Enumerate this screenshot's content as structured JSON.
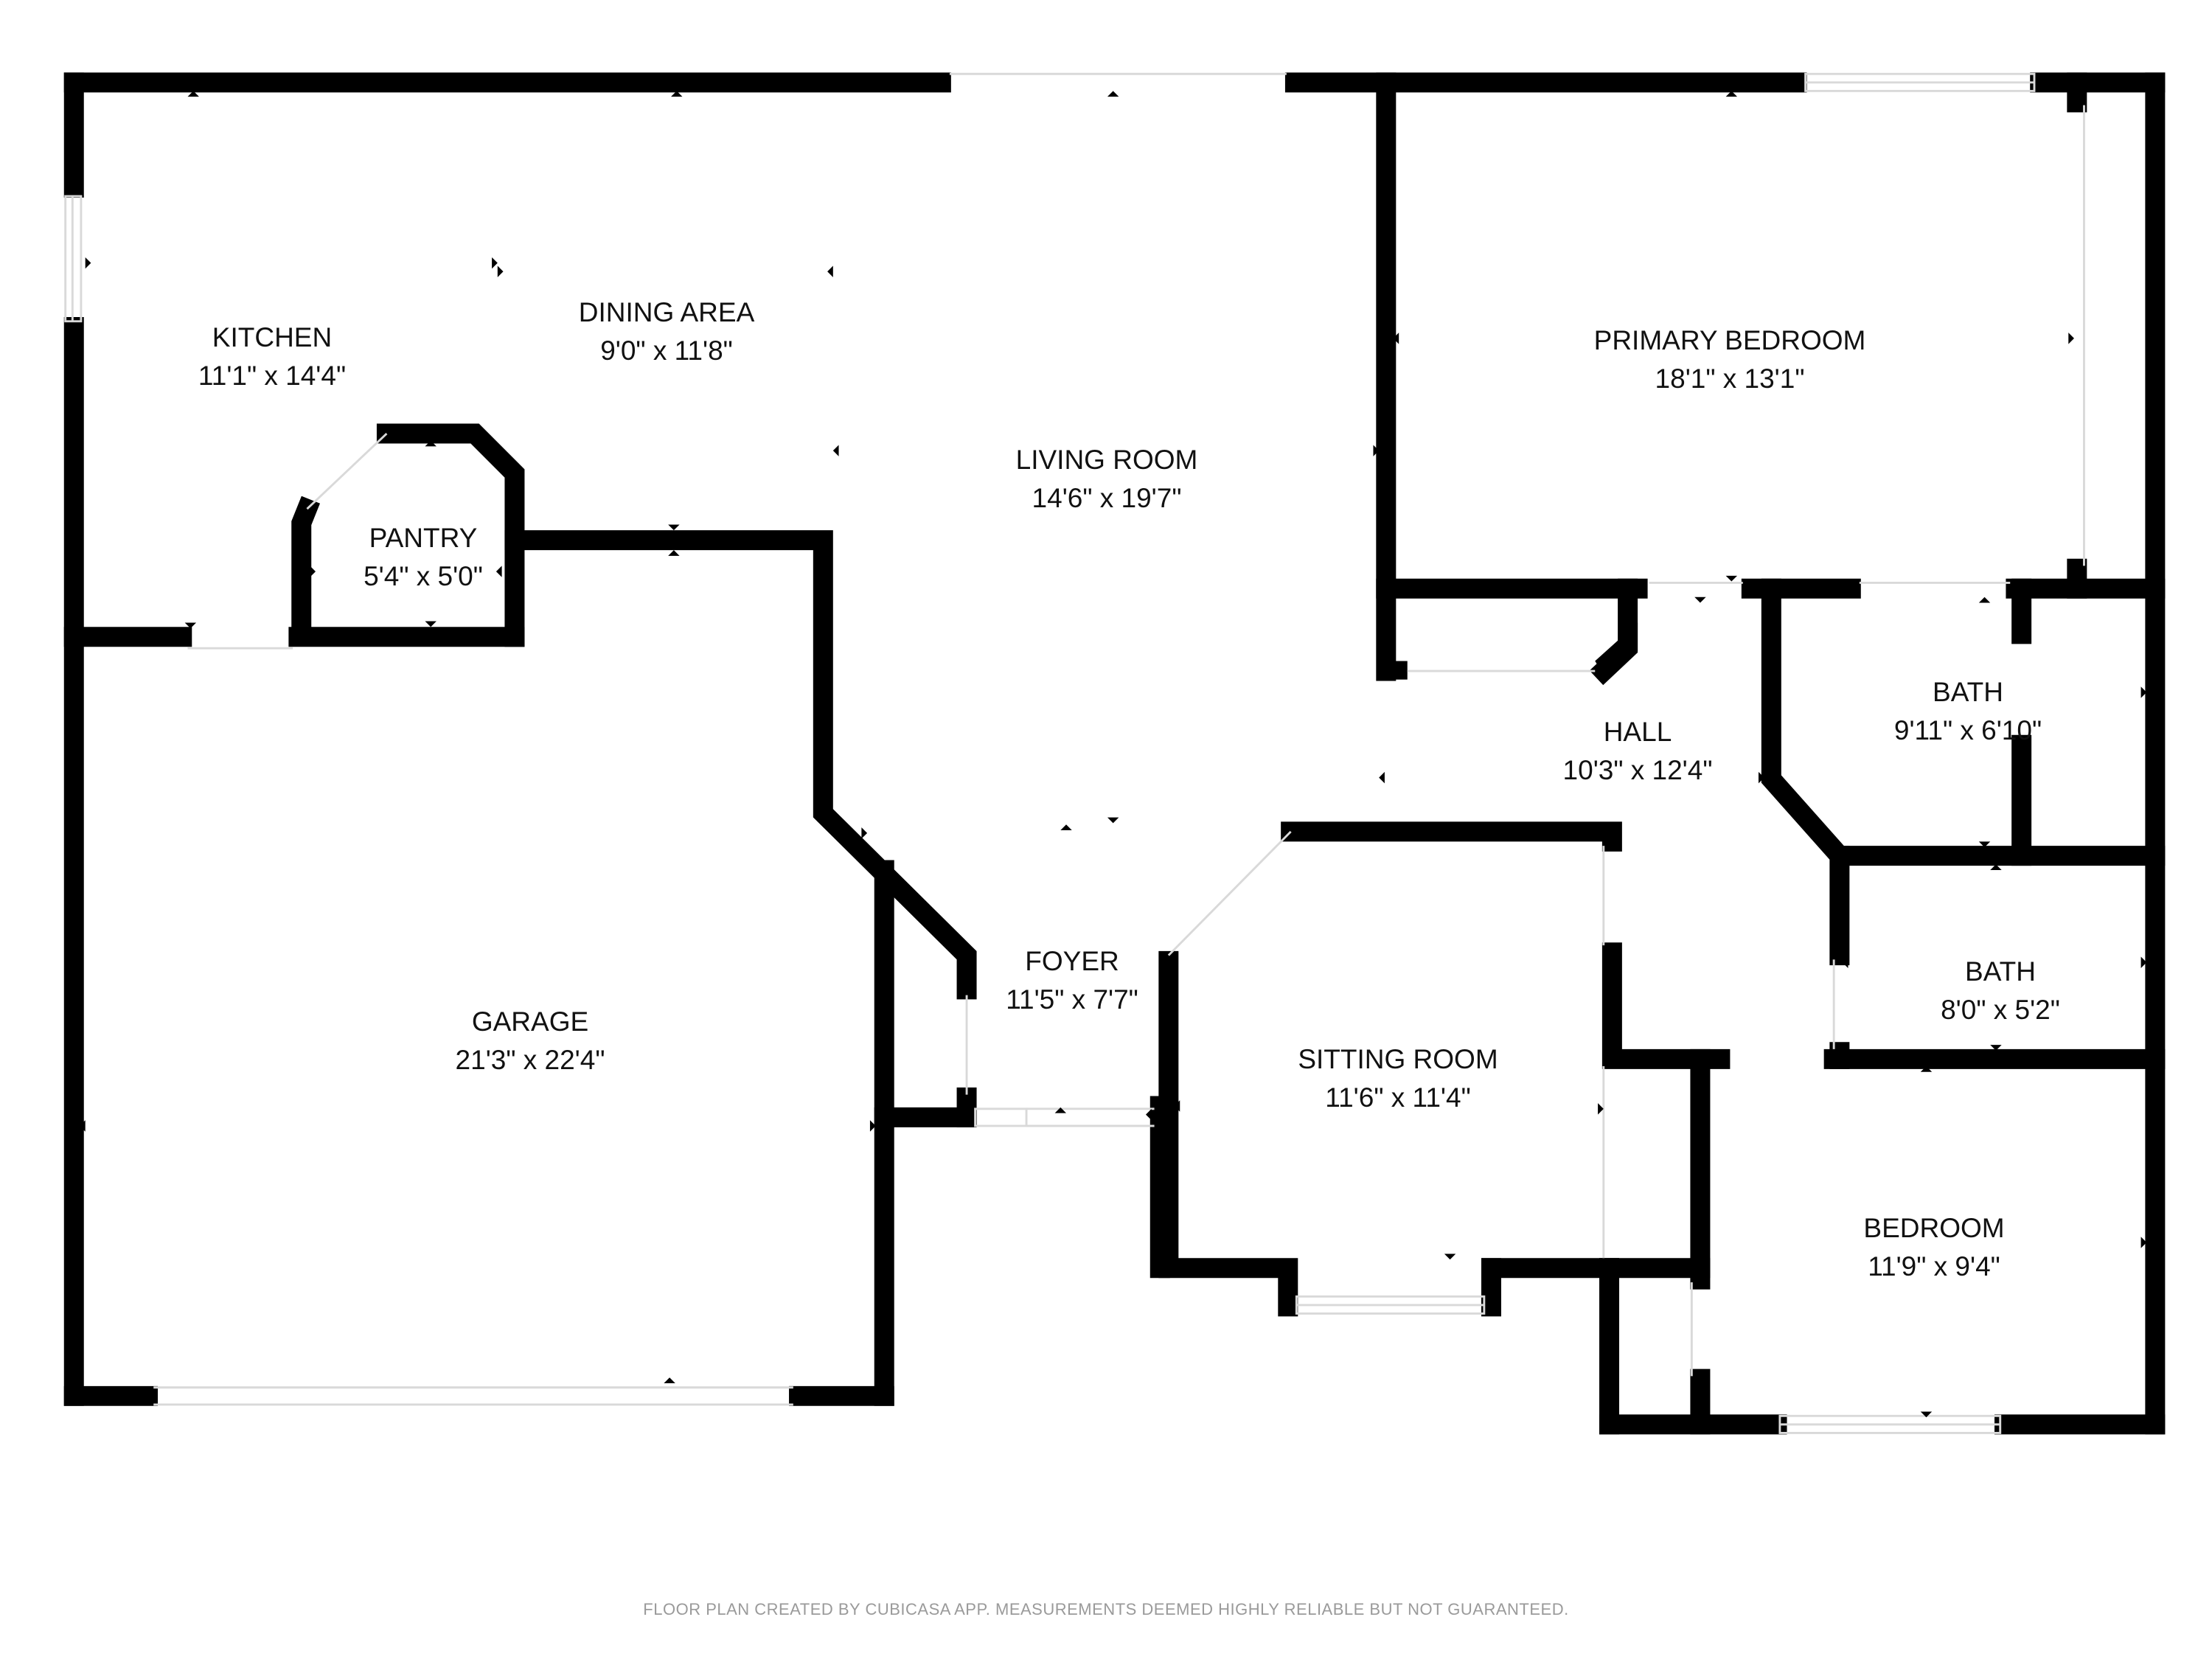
{
  "rooms": {
    "kitchen": {
      "name": "KITCHEN",
      "dims": "11'1\" x 14'4\""
    },
    "dining": {
      "name": "DINING AREA",
      "dims": "9'0\" x 11'8\""
    },
    "living": {
      "name": "LIVING ROOM",
      "dims": "14'6\" x 19'7\""
    },
    "primary_bedroom": {
      "name": "PRIMARY BEDROOM",
      "dims": "18'1\" x 13'1\""
    },
    "pantry": {
      "name": "PANTRY",
      "dims": "5'4\" x 5'0\""
    },
    "hall": {
      "name": "HALL",
      "dims": "10'3\" x 12'4\""
    },
    "bath_1": {
      "name": "BATH",
      "dims": "9'11\" x 6'10\""
    },
    "bath_2": {
      "name": "BATH",
      "dims": "8'0\" x 5'2\""
    },
    "garage": {
      "name": "GARAGE",
      "dims": "21'3\" x 22'4\""
    },
    "foyer": {
      "name": "FOYER",
      "dims": "11'5\" x 7'7\""
    },
    "sitting": {
      "name": "SITTING ROOM",
      "dims": "11'6\" x 11'4\""
    },
    "bedroom": {
      "name": "BEDROOM",
      "dims": "11'9\" x 9'4\""
    }
  },
  "footer": "FLOOR PLAN CREATED BY CUBICASA APP. MEASUREMENTS DEEMED HIGHLY RELIABLE BUT NOT GUARANTEED.",
  "colors": {
    "wall": "#000000",
    "opening": "#d9d9d9",
    "label": "#111111",
    "footer": "#9a9a9a"
  }
}
